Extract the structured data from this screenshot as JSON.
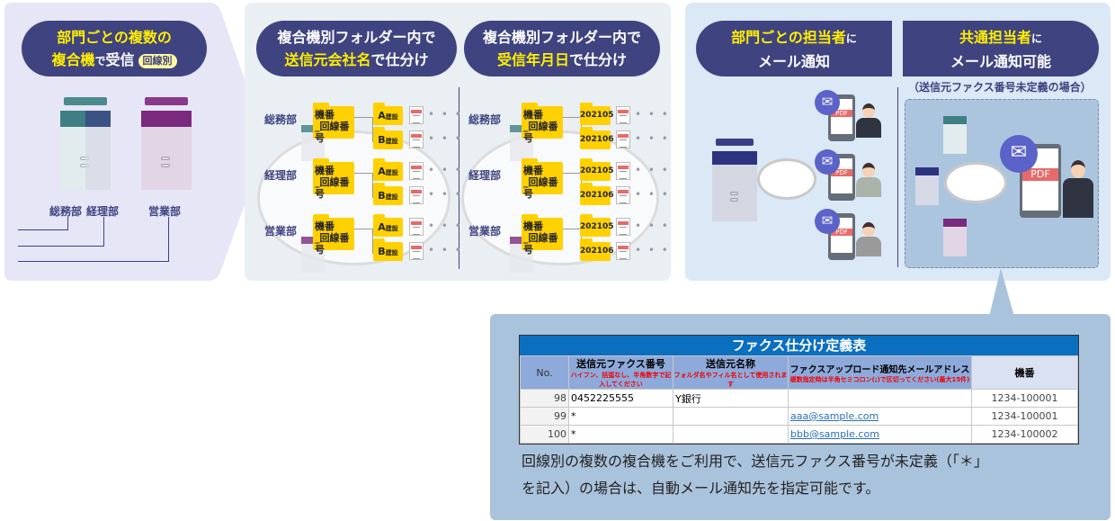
{
  "panel1": {
    "title_line1": "部門ごとの複数の",
    "title_line2_highlight": "複合機",
    "title_line2_small": "で",
    "title_line2_rest": "受信",
    "badge": "回線別",
    "departments": [
      "総務部",
      "経理部",
      "営業部"
    ]
  },
  "panel2": {
    "left_title_line1": "複合機別フォルダー内で",
    "left_title_highlight": "送信元会社名",
    "left_title_rest": "で仕分け",
    "right_title_line1": "複合機別フォルダー内で",
    "right_title_highlight": "受信年月日",
    "right_title_rest": "で仕分け",
    "departments": [
      "総務部",
      "経理部",
      "営業部"
    ],
    "machine_folder_line1": "機番",
    "machine_folder_line2": "_回線番号",
    "company_folders": [
      {
        "letter": "A",
        "suffix": "建設"
      },
      {
        "letter": "B",
        "suffix": "建設"
      }
    ],
    "date_folders": [
      "202105",
      "202106"
    ],
    "ellipsis": "• • •"
  },
  "panel3": {
    "left_title_highlight": "部門ごとの担当者",
    "left_title_small": "に",
    "left_title_line2": "メール通知",
    "right_title_highlight": "共通担当者",
    "right_title_small": "に",
    "right_title_line2": "メール通知可能",
    "subtitle": "（送信元ファクス番号未定義の場合）",
    "pdf_label": "PDF"
  },
  "callout": {
    "table": {
      "title": "ファクス仕分け定義表",
      "headers": [
        {
          "label": "No.",
          "note": ""
        },
        {
          "label": "送信元ファクス番号",
          "note": "ハイフン、括弧なし、半角数字で記入してください"
        },
        {
          "label": "送信元名称",
          "note": "フォルダ名やフィル名として使用されます"
        },
        {
          "label": "ファクスアップロード通知先メールアドレス",
          "note": "複数指定時は半角セミコロン(;)で区切ってください(最大15件)"
        },
        {
          "label": "機番",
          "note": ""
        }
      ],
      "rows": [
        {
          "no": "98",
          "fax": "0452225555",
          "name": "Y銀行",
          "email": "",
          "machine": "1234-100001"
        },
        {
          "no": "99",
          "fax": "*",
          "name": "",
          "email": "aaa@sample.com",
          "machine": "1234-100001"
        },
        {
          "no": "100",
          "fax": "*",
          "name": "",
          "email": "bbb@sample.com",
          "machine": "1234-100002"
        }
      ]
    },
    "description_line1": "回線別の複数の複合機をご利用で、送信元ファクス番号が未定義（「＊」",
    "description_line2": "を記入）の場合は、自動メール通知先を指定可能です。"
  },
  "colors": {
    "navy": "#3f4380",
    "yellow": "#ffee00",
    "folder": "#ffd100",
    "table_title": "#0b6fc0",
    "table_header": "#8eaadb"
  }
}
